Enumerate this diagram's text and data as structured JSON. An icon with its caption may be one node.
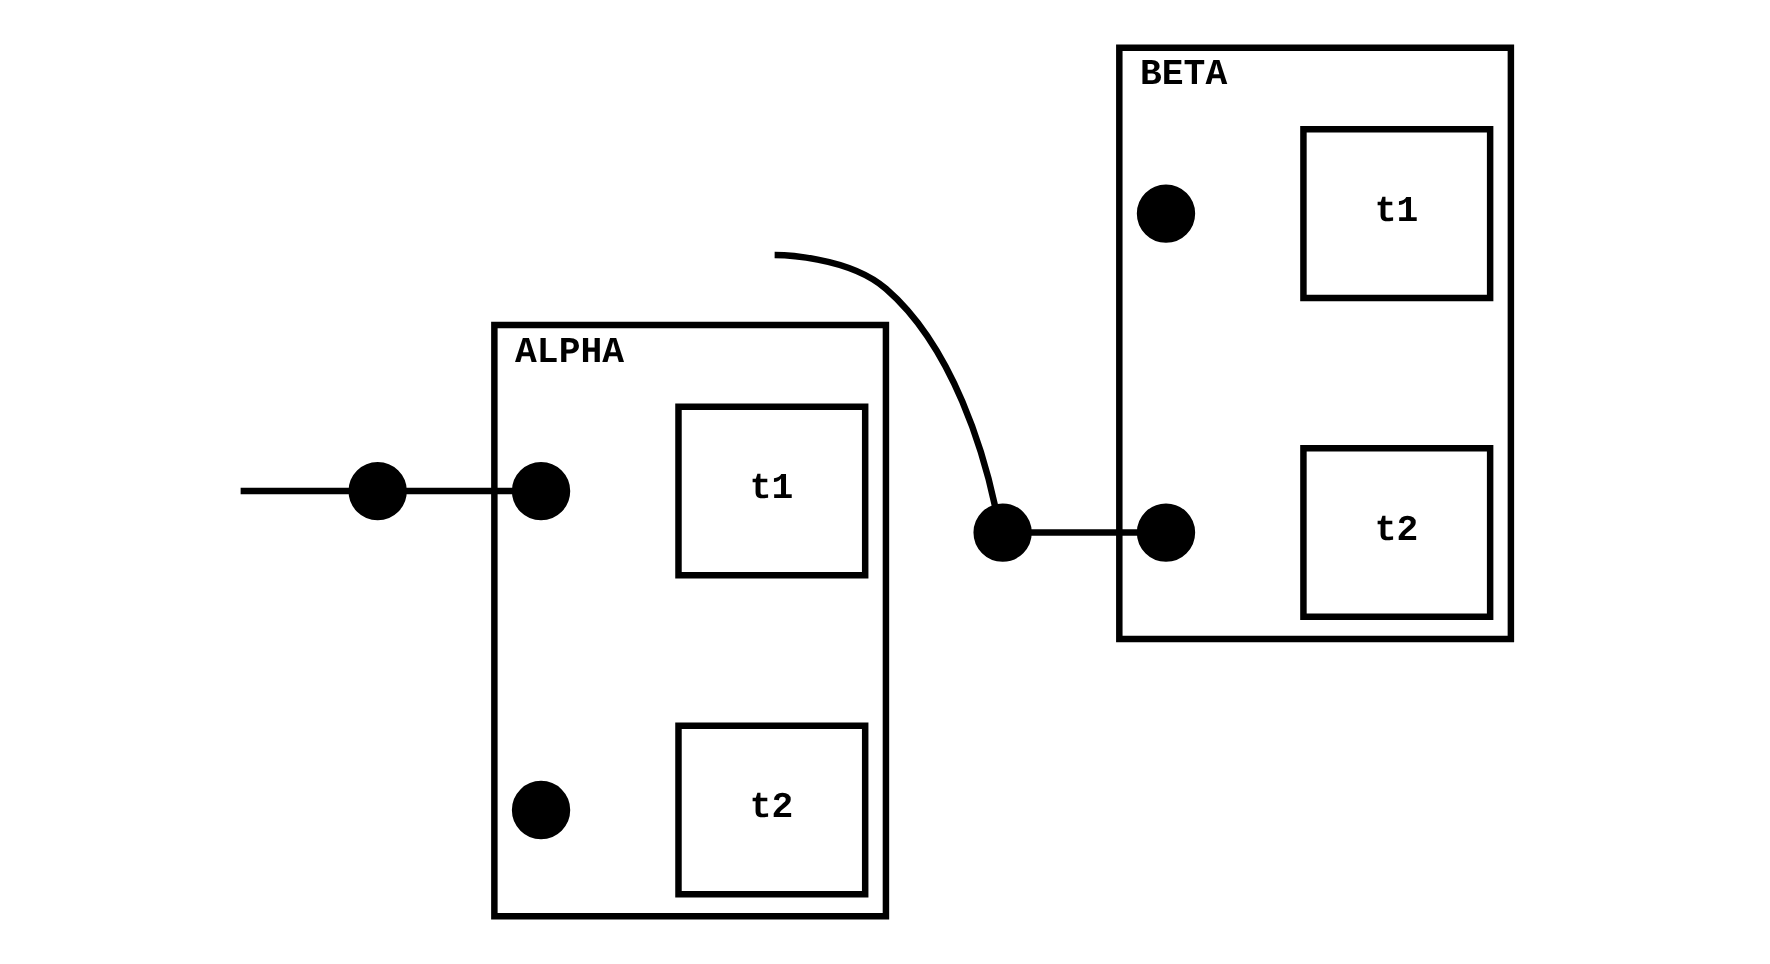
{
  "diagram": {
    "nodes": [
      {
        "text": [
          "ALPHA"
        ]
      },
      {
        "text": [],
        "shape": "circle"
      },
      {
        "text": [],
        "shape": "circle",
        "in": 0
      },
      {
        "text": [
          "t1"
        ],
        "in": 0
      },
      {
        "text": [],
        "shape": "circle",
        "in": 0
      },
      {
        "text": [
          "t2"
        ],
        "in": 0
      },
      {
        "text": [
          "BETA"
        ]
      },
      {
        "text": [],
        "shape": "circle"
      },
      {
        "text": [],
        "shape": "circle",
        "in": 6
      },
      {
        "text": [
          "t1"
        ],
        "in": 6
      },
      {
        "text": [],
        "shape": "circle",
        "in": 6
      },
      {
        "text": [
          "t2"
        ],
        "in": 6
      }
    ],
    "edges": [
      {
        "from": null,
        "to": 1,
        "arrow": "none"
      },
      {
        "from": 1,
        "to": 2,
        "arrow": "none"
      },
      {
        "from": null,
        "to": 7,
        "arrow": "none"
      },
      {
        "from": 7,
        "to": 10,
        "arrow": "none"
      }
    ]
  }
}
